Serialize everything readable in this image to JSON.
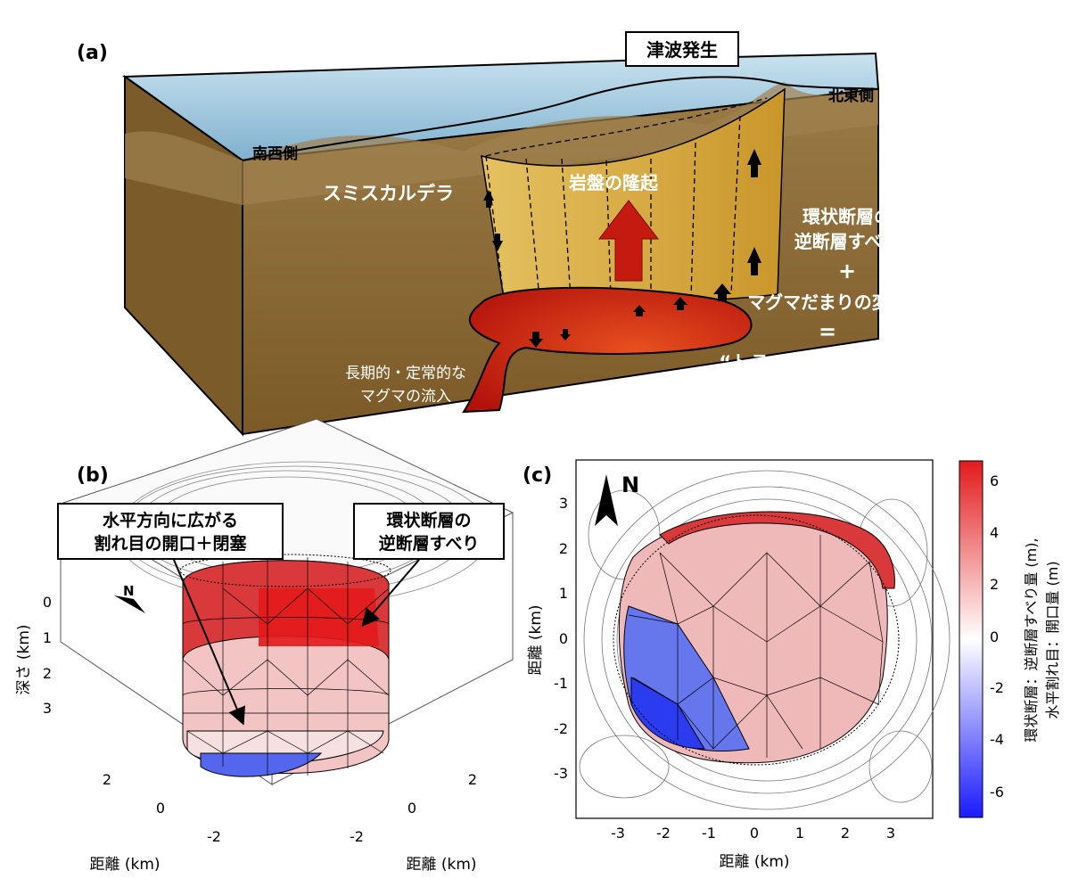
{
  "panel_a": {
    "label": "(a)",
    "tsunami": "津波発生",
    "northeast": "北東側",
    "southwest": "南西側",
    "caldera": "スミスカルデラ",
    "uplift": "岩盤の隆起",
    "ring_fault_1": "環状断層の",
    "ring_fault_2": "逆断層すべり",
    "plus": "+",
    "magma_deform": "マグマだまりの変形",
    "equals": "=",
    "trapdoor": "“トラップドア断層破壊”",
    "inflow_1": "長期的・定常的な",
    "inflow_2": "マグマの流入"
  },
  "panel_b": {
    "label": "(b)",
    "callout_left_1": "水平方向に広がる",
    "callout_left_2": "割れ目の開口＋閉塞",
    "callout_right_1": "環状断層の",
    "callout_right_2": "逆断層すべり",
    "north": "N",
    "depth_label": "深さ (km)",
    "depth_ticks": [
      "0",
      "1",
      "2",
      "3"
    ],
    "x_ticks_left": [
      "2",
      "0",
      "-2"
    ],
    "x_ticks_right": [
      "2",
      "0",
      "-2"
    ],
    "xlabel_left": "距離 (km)",
    "xlabel_right": "距離 (km)"
  },
  "panel_c": {
    "label": "(c)",
    "north": "N",
    "ylabel": "距離 (km)",
    "xlabel": "距離 (km)",
    "y_ticks": [
      "3",
      "2",
      "1",
      "0",
      "-1",
      "-2",
      "-3"
    ],
    "x_ticks": [
      "-3",
      "-2",
      "-1",
      "0",
      "1",
      "2",
      "3"
    ],
    "colorbar_ticks": [
      "6",
      "4",
      "2",
      "0",
      "-2",
      "-4",
      "-6"
    ],
    "colorbar_label_1": "環状断層：逆断層すべり量 (m),",
    "colorbar_label_2": "水平割れ目：開口量 (m)"
  },
  "colors": {
    "sea": "#a9cde3",
    "ground": "#8a6a33",
    "uplift_block": "#d9a93a",
    "magma": "#c41a0f",
    "positive": "#e31a1c",
    "negative": "#1a1aff"
  }
}
